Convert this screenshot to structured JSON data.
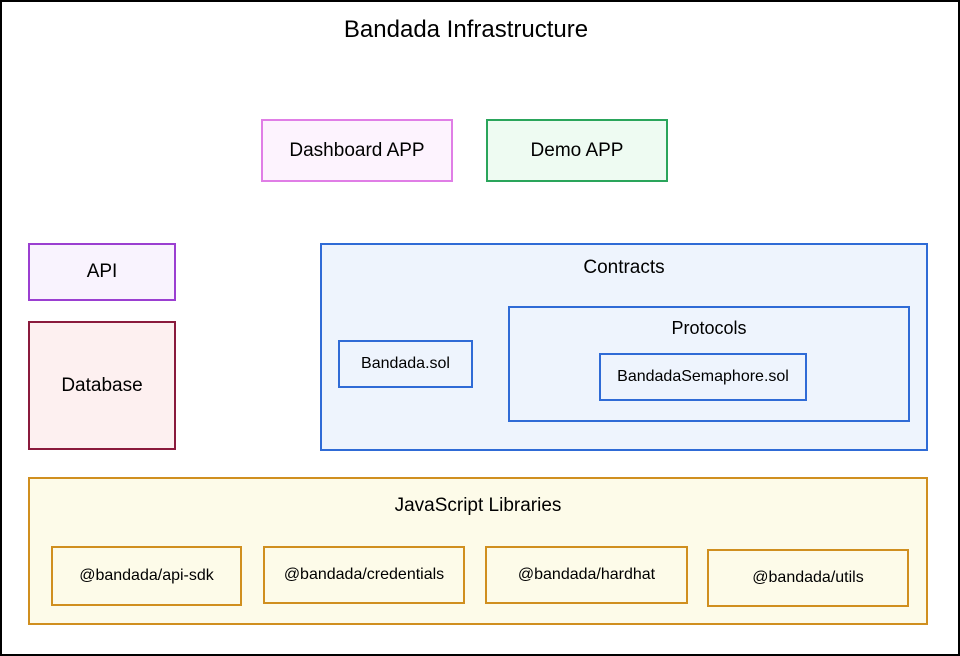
{
  "diagram": {
    "title": "Bandada Infrastructure",
    "apps": {
      "dashboard": "Dashboard APP",
      "demo": "Demo APP"
    },
    "backend": {
      "api": "API",
      "database": "Database"
    },
    "contracts": {
      "title": "Contracts",
      "bandada_sol": "Bandada.sol",
      "protocols": {
        "title": "Protocols",
        "semaphore_sol": "BandadaSemaphore.sol"
      }
    },
    "libraries": {
      "title": "JavaScript Libraries",
      "items": [
        "@bandada/api-sdk",
        "@bandada/credentials",
        "@bandada/hardhat",
        "@bandada/utils"
      ]
    }
  },
  "colors": {
    "dashboard_border": "#e07ee6",
    "dashboard_fill": "#fdf3fe",
    "demo_border": "#2aa55b",
    "demo_fill": "#eefbf2",
    "api_border": "#9b3fd1",
    "api_fill": "#f9f3fe",
    "database_border": "#8a1a3c",
    "database_fill": "#fdf0f0",
    "contracts_border": "#2f6bd6",
    "contracts_fill": "#eef4fd",
    "libraries_border": "#d08f1f",
    "libraries_fill": "#fdfbe9"
  }
}
